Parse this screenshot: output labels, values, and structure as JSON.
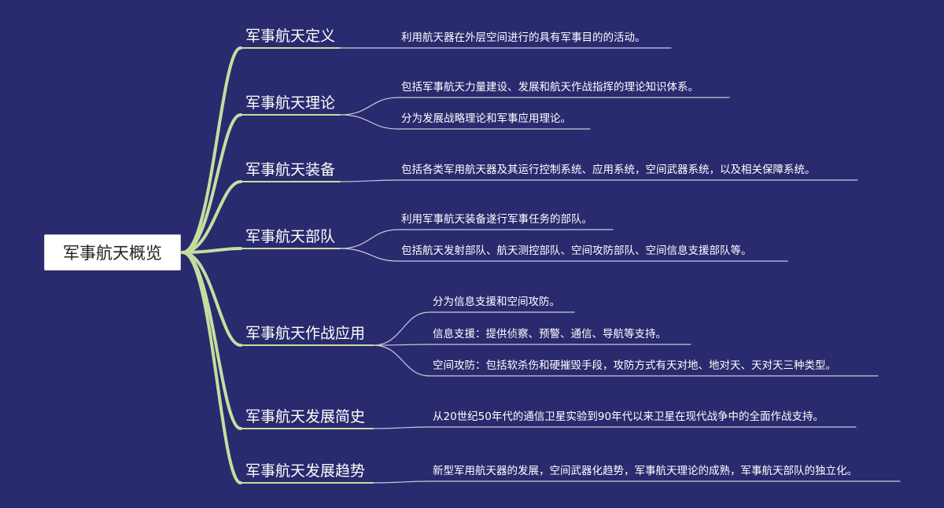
{
  "root": {
    "label": "军事航天概览"
  },
  "branches": [
    {
      "label": "军事航天定义",
      "leaves": [
        "利用航天器在外层空间进行的具有军事目的的活动。"
      ]
    },
    {
      "label": "军事航天理论",
      "leaves": [
        "包括军事航天力量建设、发展和航天作战指挥的理论知识体系。",
        "分为发展战略理论和军事应用理论。"
      ]
    },
    {
      "label": "军事航天装备",
      "leaves": [
        "包括各类军用航天器及其运行控制系统、应用系统，空间武器系统，以及相关保障系统。"
      ]
    },
    {
      "label": "军事航天部队",
      "leaves": [
        "利用军事航天装备遂行军事任务的部队。",
        "包括航天发射部队、航天测控部队、空间攻防部队、空间信息支援部队等。"
      ]
    },
    {
      "label": "军事航天作战应用",
      "leaves": [
        "分为信息支援和空间攻防。",
        "信息支援：提供侦察、预警、通信、导航等支持。",
        "空间攻防：包括软杀伤和硬摧毁手段，攻防方式有天对地、地对天、天对天三种类型。"
      ]
    },
    {
      "label": "军事航天发展简史",
      "leaves": [
        "从20世纪50年代的通信卫星实验到90年代以来卫星在现代战争中的全面作战支持。"
      ]
    },
    {
      "label": "军事航天发展趋势",
      "leaves": [
        "新型军用航天器的发展，空间武器化趋势，军事航天理论的成熟，军事航天部队的独立化。"
      ]
    }
  ],
  "colors": {
    "background": "#2a2a6e",
    "branch_line": "#c5dea0",
    "leaf_line": "#c9c9e0",
    "root_fill": "#ffffff"
  }
}
